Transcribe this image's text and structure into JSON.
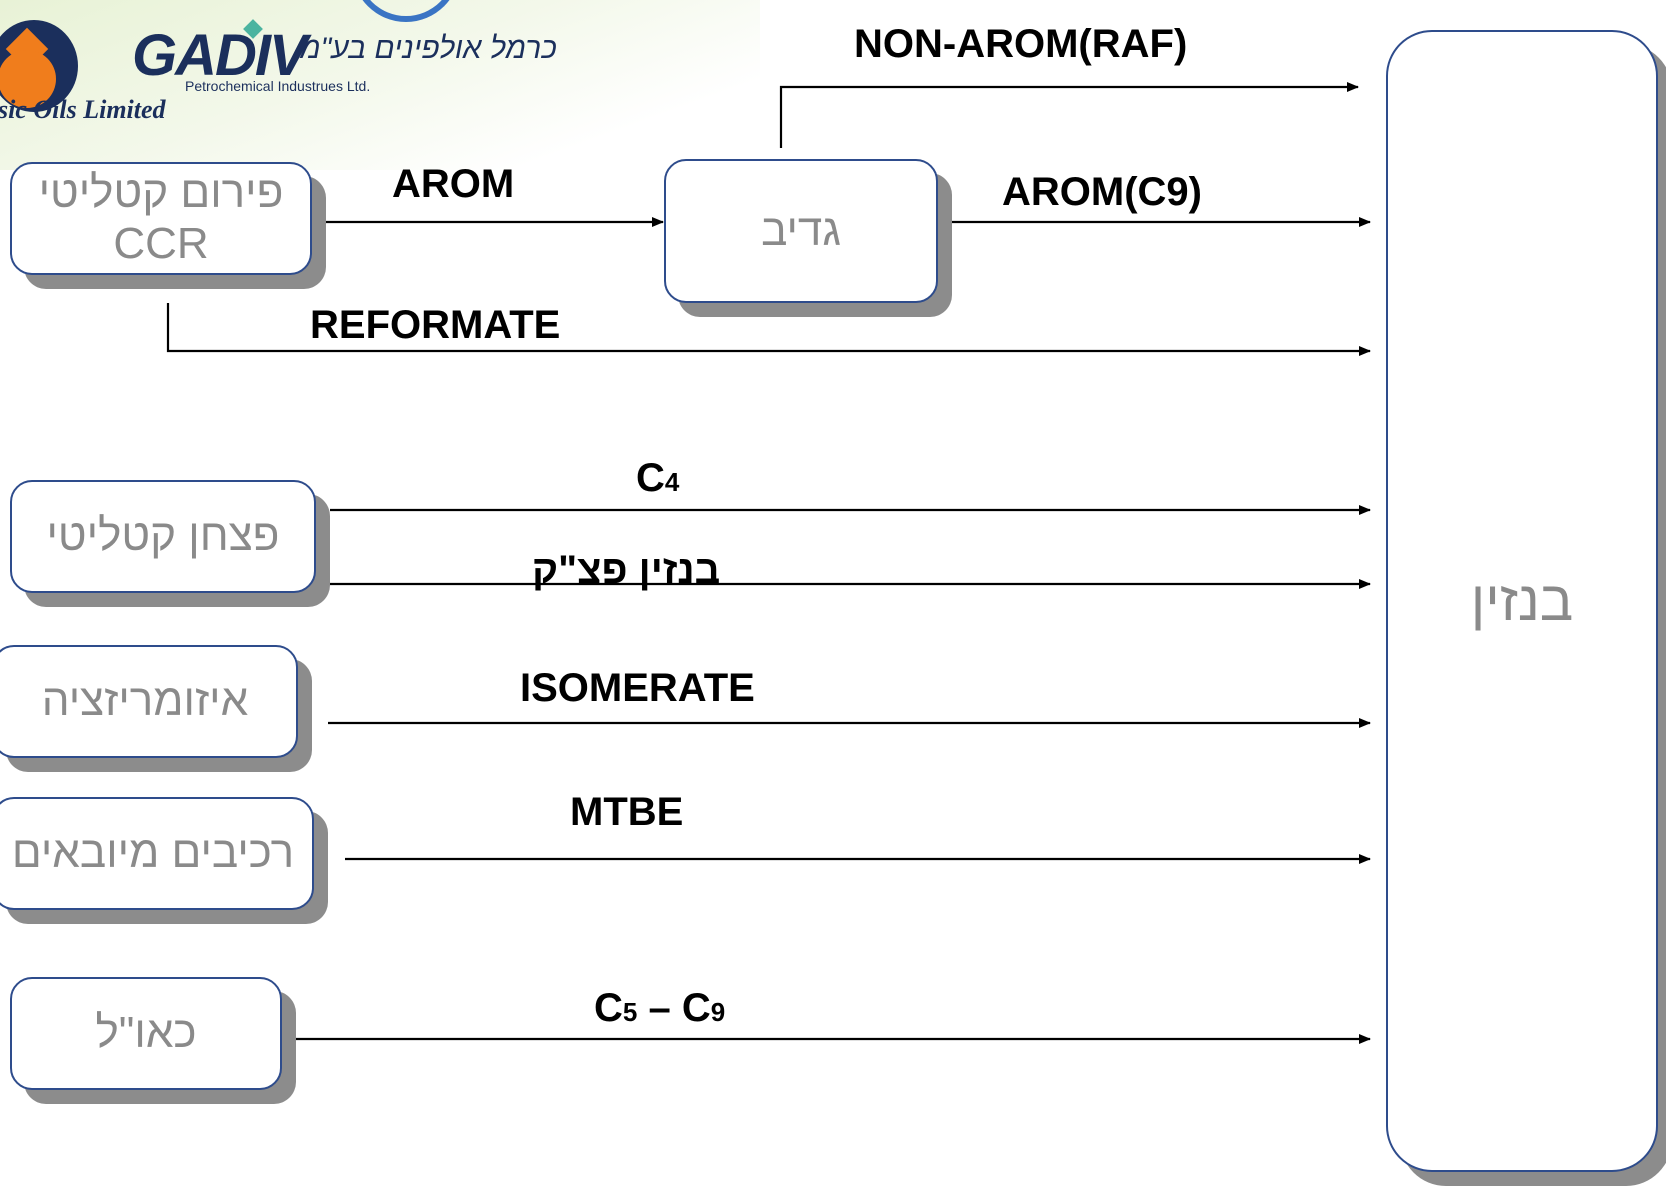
{
  "logos": {
    "basic_oils": "sic Oils Limited",
    "gadiv": "GADIV",
    "gadiv_suffix": "בע\"מ",
    "gadiv_sub": "Petrochemical Industrues Ltd.",
    "carmel": "כרמל אולפינים בע\"מ"
  },
  "nodes": {
    "ccr_line1": "פירום קטליטי",
    "ccr_line2": "CCR",
    "gadiv": "גדיב",
    "fcc": "פצחן קטליטי",
    "isomerization": "איזומריזציה",
    "imported": "רכיבים מיובאים",
    "cdu": "כאו\"ל",
    "gasoline": "בנזין"
  },
  "streams": {
    "non_arom": "NON-AROM(RAF)",
    "arom": "AROM",
    "arom_c9": "AROM(C9)",
    "reformate": "REFORMATE",
    "c4_main": "C",
    "c4_sub": "4",
    "fcc_gasoline": "בנזין פצ\"ק",
    "isomerate": "ISOMERATE",
    "mtbe": "MTBE",
    "c5_main": "C",
    "c5_sub": "5",
    "c5_dash": " – C",
    "c9_sub": "9"
  },
  "colors": {
    "node_border": "#2e4c8c",
    "node_text": "#8a8a8a",
    "shadow": "#8c8c8c",
    "line": "#000000"
  }
}
